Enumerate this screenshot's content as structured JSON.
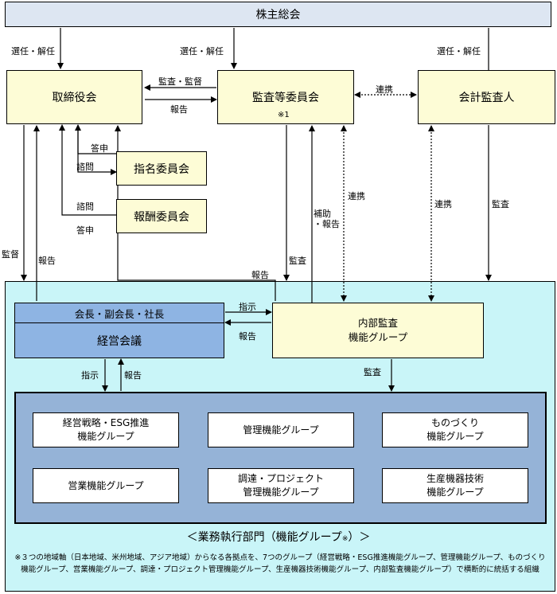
{
  "top": {
    "shareholders_meeting": "株主総会"
  },
  "boxes": {
    "board": "取締役会",
    "audit_committee": "監査等委員会",
    "audit_committee_note": "※1",
    "accounting_auditor": "会計監査人",
    "nomination_committee": "指名委員会",
    "remuneration_committee": "報酬委員会",
    "executives": "会長・副会長・社長",
    "management_meeting": "経営会議",
    "internal_audit": "内部監査\n機能グループ"
  },
  "labels": {
    "elect_dismiss": "選任・解任",
    "audit_supervise": "監査・監督",
    "report": "報告",
    "coordination": "連携",
    "toshin": "答申",
    "shimon": "諮問",
    "supervise": "監督",
    "assist_report": "補助\n・報告",
    "audit": "監査",
    "instruct": "指示"
  },
  "groups": [
    "経営戦略・ESG推進\n機能グループ",
    "管理機能グループ",
    "ものづくり\n機能グループ",
    "営業機能グループ",
    "調達・プロジェクト\n管理機能グループ",
    "生産機器技術\n機能グループ"
  ],
  "division": {
    "title": "＜業務執行部門（機能グループ",
    "title_mark": "※",
    "title_end": "）＞",
    "note": "※３つの地域軸（日本地域、米州地域、アジア地域）からなる各拠点を、7つのグループ（経営戦略・ESG推進機能グループ、管理機能グループ、ものづくり機能グループ、営業機能グループ、調達・プロジェクト管理機能グループ、生産機器技術機能グループ、内部監査機能グループ）で横断的に統括する組織"
  },
  "colors": {
    "yellow_box": "#fdfcd6",
    "top_box": "#dde6f2",
    "division_bg": "#c9f5f8",
    "inner_bg": "#95b3d7",
    "exec_bg": "#8eb4e3",
    "white_box": "#ffffff"
  }
}
